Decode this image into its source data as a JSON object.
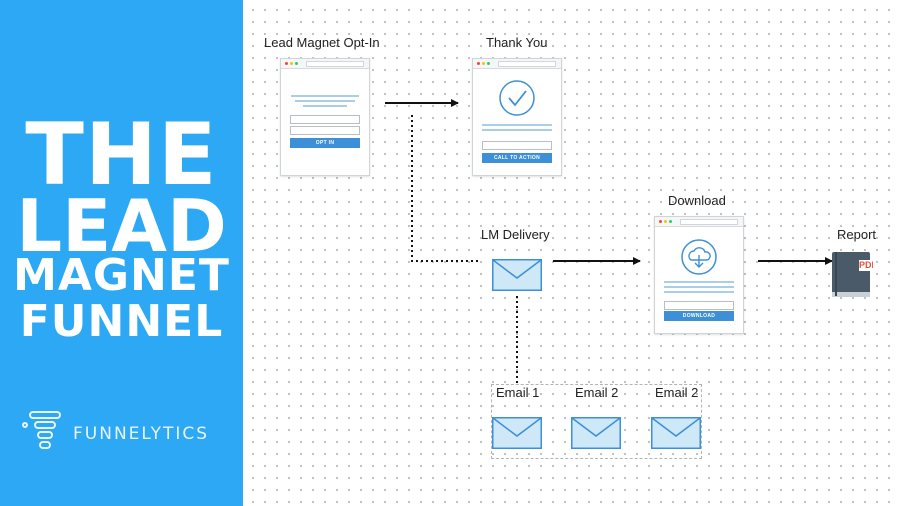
{
  "title": {
    "line1": "THE",
    "line2": "LEAD",
    "line3": "MAGNET",
    "line4": "FUNNEL"
  },
  "brand": {
    "name": "FUNNELYTICS",
    "icon": "funnel-logo-icon"
  },
  "colors": {
    "sidebar": "#2ca8f4",
    "accent": "#3d8fd8",
    "envelope_fill": "#cfe8f8",
    "envelope_stroke": "#3d8fd8"
  },
  "nodes": {
    "optin": {
      "label": "Lead Magnet Opt-In",
      "button": "OPT IN",
      "icon": "form-page-icon"
    },
    "thankyou": {
      "label": "Thank You",
      "button": "CALL TO ACTION",
      "icon": "checkmark-icon"
    },
    "download": {
      "label": "Download",
      "button": "DOWNLOAD",
      "icon": "cloud-download-icon"
    },
    "lm_delivery": {
      "label": "LM Delivery",
      "icon": "envelope-icon"
    },
    "report": {
      "label": "Report",
      "badge": "PDF",
      "icon": "book-icon"
    },
    "emails": [
      {
        "label": "Email 1",
        "icon": "envelope-icon"
      },
      {
        "label": "Email 2",
        "icon": "envelope-icon"
      },
      {
        "label": "Email 2",
        "icon": "envelope-icon"
      }
    ]
  }
}
